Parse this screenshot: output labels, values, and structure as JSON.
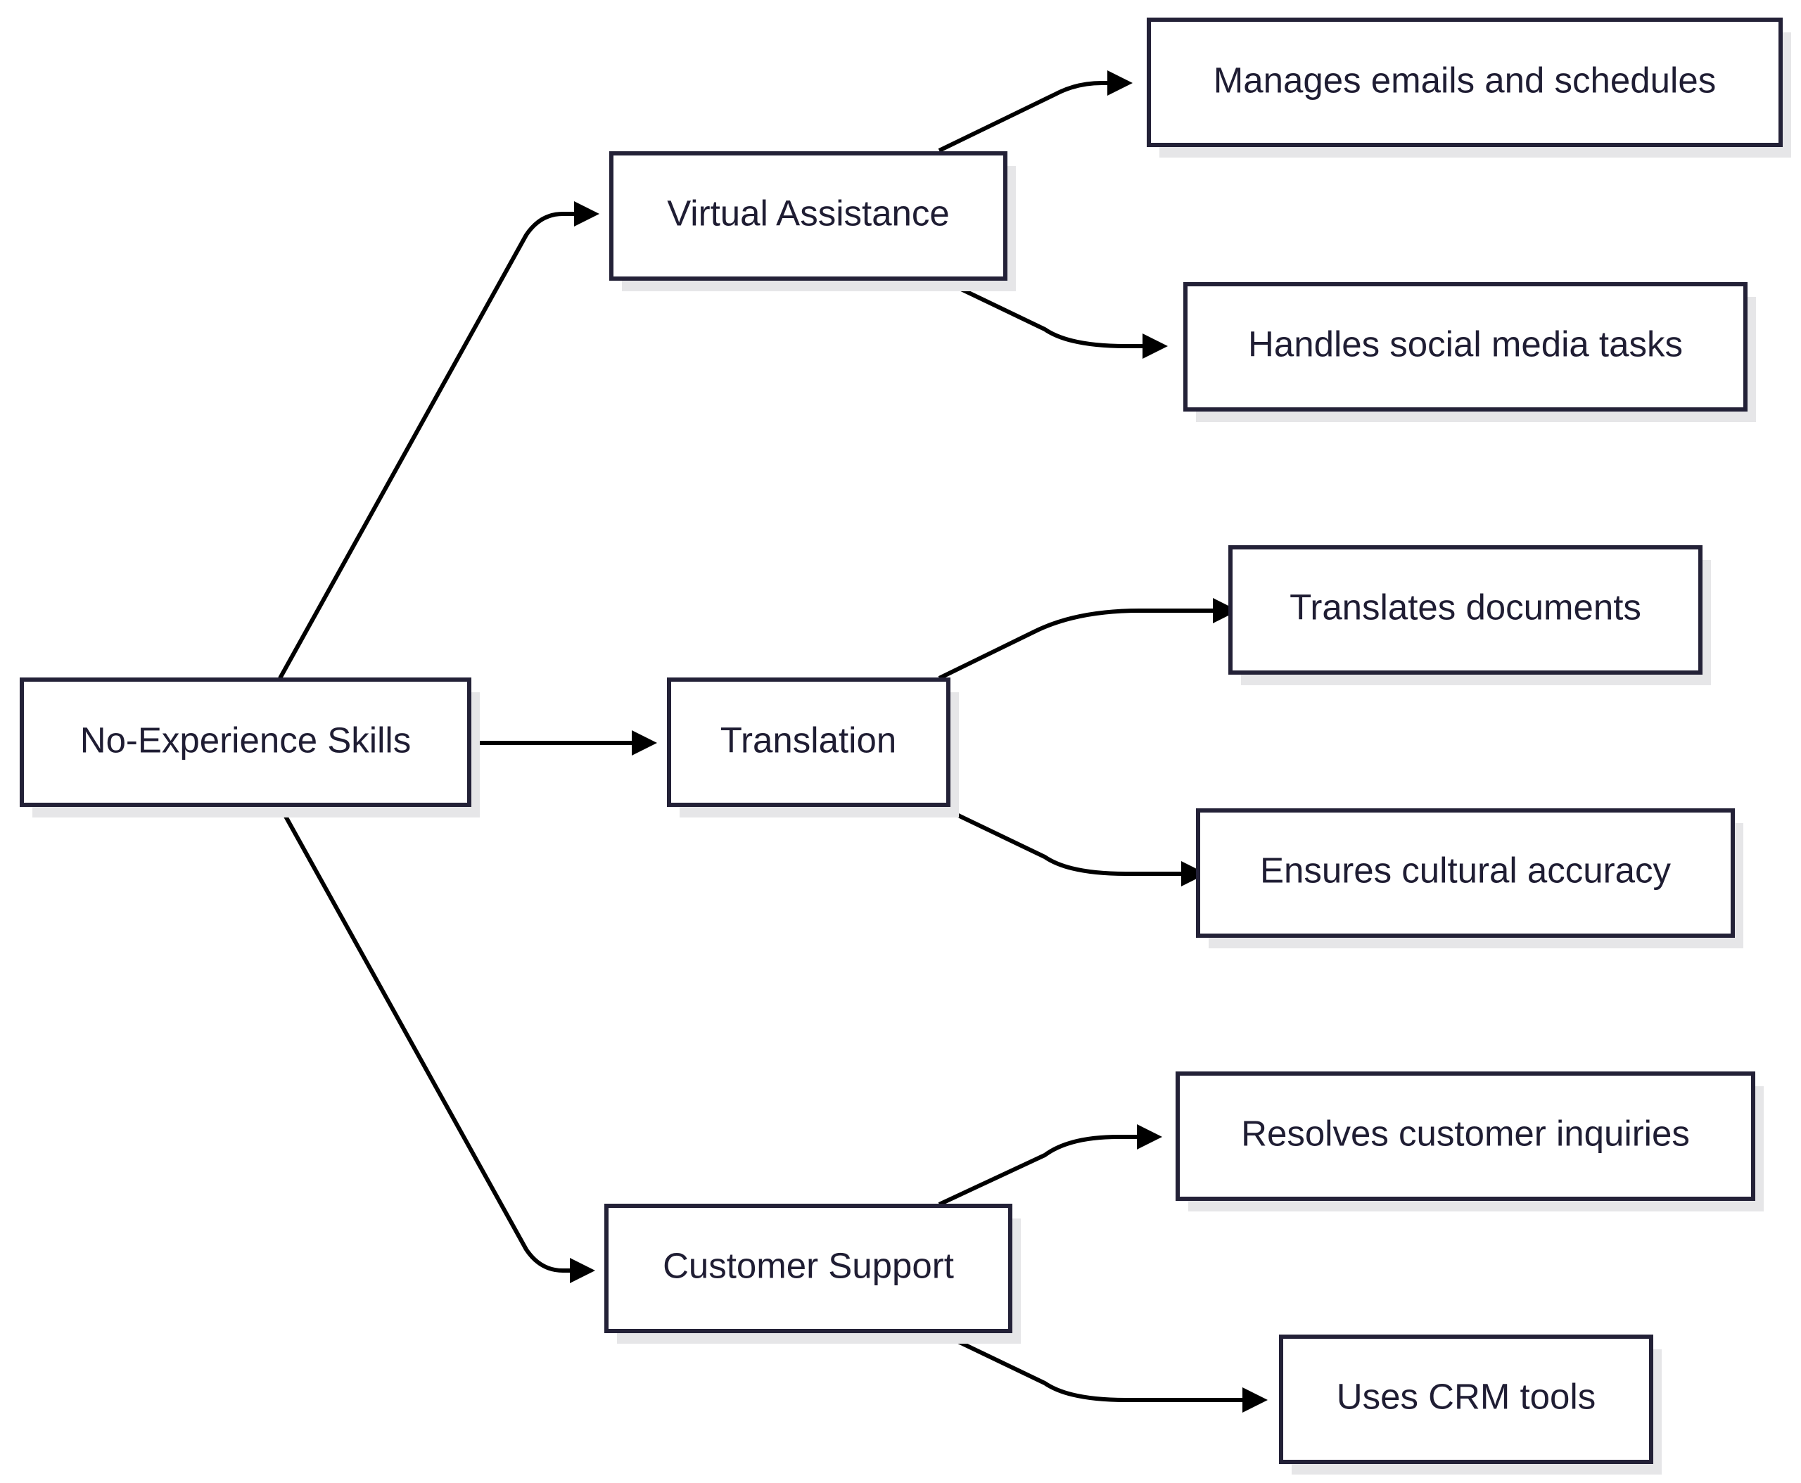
{
  "diagram": {
    "type": "flowchart",
    "direction": "left-to-right",
    "colors": {
      "background": "#ffffff",
      "node_border": "#232137",
      "node_fill": "#ffffff",
      "node_shadow": "#e6e6e8",
      "text": "#1f1d33",
      "edge": "#000000"
    },
    "nodes": {
      "root": {
        "label": "No-Experience Skills"
      },
      "va": {
        "label": "Virtual Assistance"
      },
      "tr": {
        "label": "Translation"
      },
      "cs": {
        "label": "Customer Support"
      },
      "va1": {
        "label": "Manages emails and schedules"
      },
      "va2": {
        "label": "Handles social media tasks"
      },
      "tr1": {
        "label": "Translates documents"
      },
      "tr2": {
        "label": "Ensures cultural accuracy"
      },
      "cs1": {
        "label": "Resolves customer inquiries"
      },
      "cs2": {
        "label": "Uses CRM tools"
      }
    },
    "edges": [
      {
        "from": "root",
        "to": "va"
      },
      {
        "from": "root",
        "to": "tr"
      },
      {
        "from": "root",
        "to": "cs"
      },
      {
        "from": "va",
        "to": "va1"
      },
      {
        "from": "va",
        "to": "va2"
      },
      {
        "from": "tr",
        "to": "tr1"
      },
      {
        "from": "tr",
        "to": "tr2"
      },
      {
        "from": "cs",
        "to": "cs1"
      },
      {
        "from": "cs",
        "to": "cs2"
      }
    ]
  }
}
